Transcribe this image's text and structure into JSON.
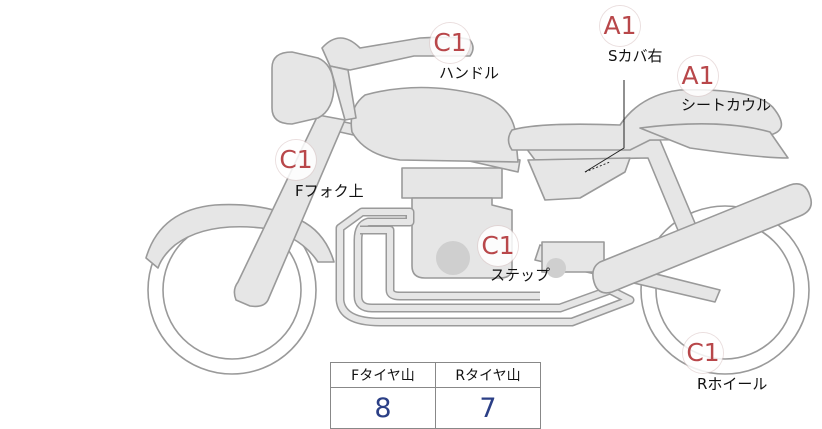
{
  "markers": [
    {
      "id": "handle",
      "grade": "C1",
      "label": "ハンドル"
    },
    {
      "id": "side-cover-right",
      "grade": "A1",
      "label": "Sカバ右"
    },
    {
      "id": "seat-cowl",
      "grade": "A1",
      "label": "シートカウル"
    },
    {
      "id": "front-fork-upper",
      "grade": "C1",
      "label": "Fフォク上"
    },
    {
      "id": "step",
      "grade": "C1",
      "label": "ステップ"
    },
    {
      "id": "rear-wheel",
      "grade": "C1",
      "label": "Rホイール"
    }
  ],
  "tread_table": {
    "headers": [
      "Fタイヤ山",
      "Rタイヤ山"
    ],
    "values": [
      "8",
      "7"
    ]
  },
  "colors": {
    "grade_text": "#b8474a",
    "tread_value": "#2b3f86",
    "bike_fill": "#e6e6e6",
    "bike_stroke": "#9a9a9a"
  }
}
